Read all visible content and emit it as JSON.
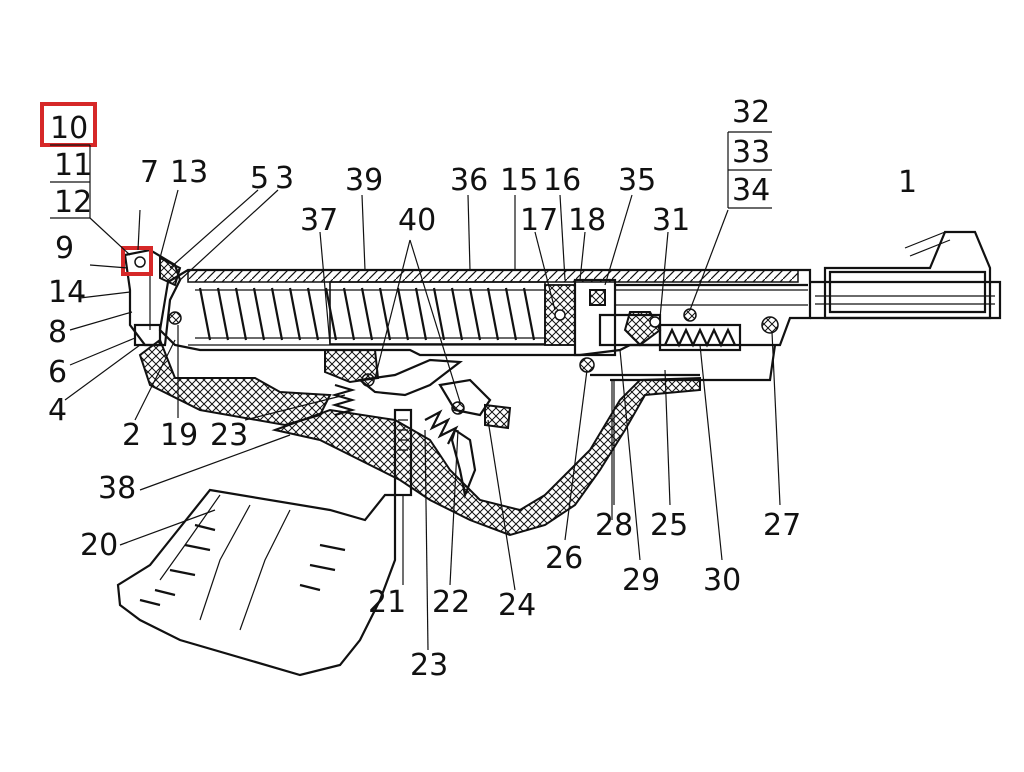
{
  "highlight_color": "#d62828",
  "labels": {
    "n1": "1",
    "n2": "2",
    "n3": "3",
    "n4": "4",
    "n5": "5",
    "n6": "6",
    "n7": "7",
    "n8": "8",
    "n9": "9",
    "n10": "10",
    "n11": "11",
    "n12": "12",
    "n13": "13",
    "n14": "14",
    "n15": "15",
    "n16": "16",
    "n17": "17",
    "n18": "18",
    "n19": "19",
    "n20": "20",
    "n21": "21",
    "n22": "22",
    "n23a": "23",
    "n23b": "23",
    "n24": "24",
    "n25": "25",
    "n26": "26",
    "n27": "27",
    "n28": "28",
    "n29": "29",
    "n30": "30",
    "n31": "31",
    "n32": "32",
    "n33": "33",
    "n34": "34",
    "n35": "35",
    "n36": "36",
    "n37": "37",
    "n38": "38",
    "n39": "39",
    "n40": "40"
  }
}
